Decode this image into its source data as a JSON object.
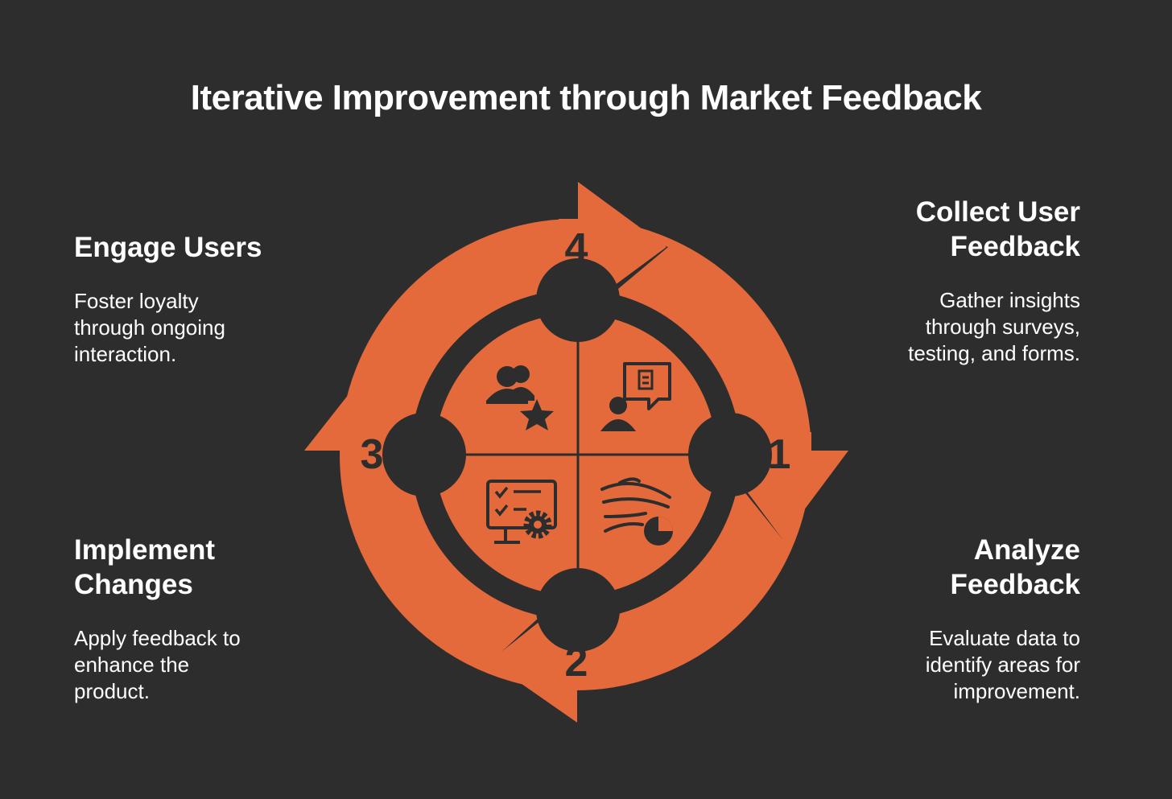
{
  "title": "Iterative Improvement through Market Feedback",
  "colors": {
    "background": "#2d2d2d",
    "accent": "#e46a3b",
    "text": "#ffffff"
  },
  "steps": [
    {
      "number": "1",
      "heading": "Collect User\nFeedback",
      "description": "Gather insights\nthrough surveys,\ntesting, and forms.",
      "icon": "user-feedback-icon"
    },
    {
      "number": "2",
      "heading": "Analyze\nFeedback",
      "description": "Evaluate data to\nidentify areas for\nimprovement.",
      "icon": "data-analysis-icon"
    },
    {
      "number": "3",
      "heading": "Implement\nChanges",
      "description": "Apply feedback to\nenhance the\nproduct.",
      "icon": "settings-checklist-icon"
    },
    {
      "number": "4",
      "heading": "Engage Users",
      "description": "Foster loyalty\nthrough ongoing\ninteraction.",
      "icon": "users-star-icon"
    }
  ]
}
